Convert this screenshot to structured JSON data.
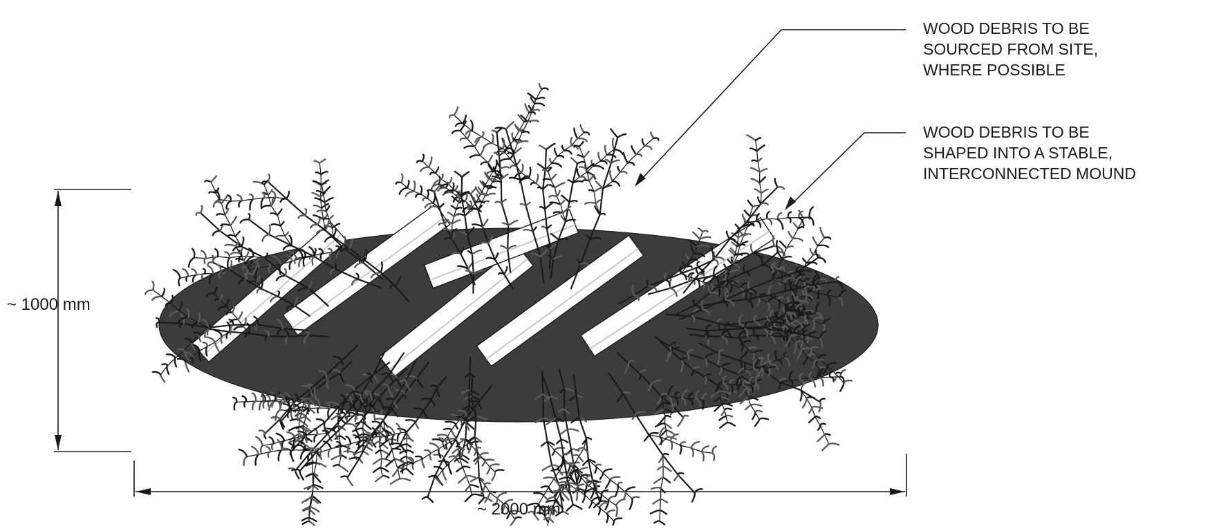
{
  "annotations": [
    {
      "lines": [
        "WOOD DEBRIS TO BE",
        "SOURCED FROM SITE,",
        "WHERE POSSIBLE"
      ]
    },
    {
      "lines": [
        "WOOD DEBRIS TO BE",
        "SHAPED INTO A STABLE,",
        "INTERCONNECTED MOUND"
      ]
    }
  ],
  "dimensions": {
    "height": "~ 1000 mm",
    "width": "~ 2000 mm"
  },
  "colors": {
    "line": "#1a1a1a",
    "foliage_dark": "#3c3c3c",
    "foliage_mid": "#5a5a5a",
    "timber": "#ffffff",
    "timber_shade": "#c8c8c8"
  }
}
